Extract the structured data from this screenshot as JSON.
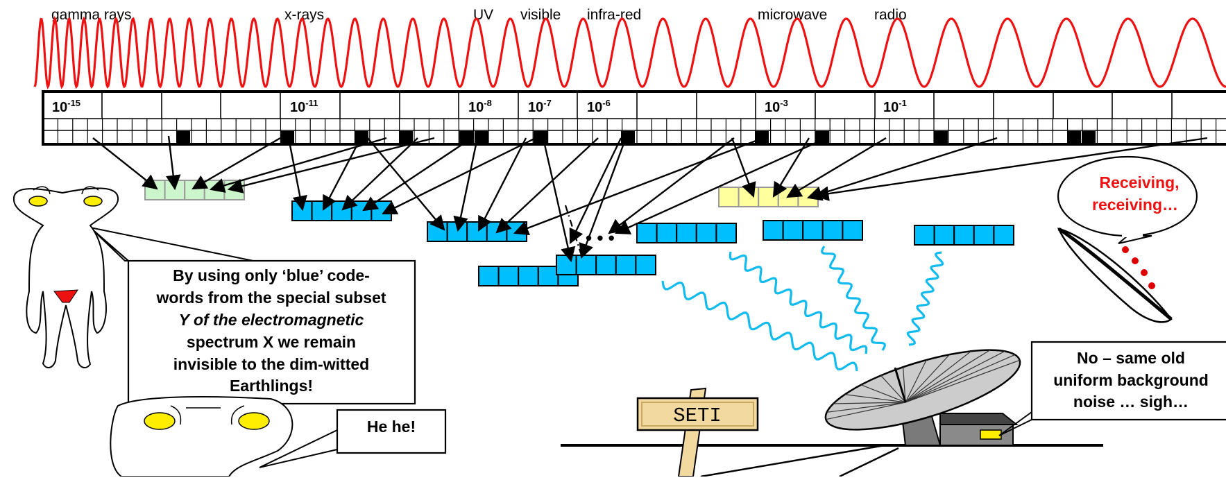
{
  "bands": [
    "gamma rays",
    "x-rays",
    "UV",
    "visible",
    "infra-red",
    "microwave",
    "radio"
  ],
  "scale_labels": [
    {
      "base": "10",
      "exp": "-15"
    },
    {
      "base": "10",
      "exp": "-11"
    },
    {
      "base": "10",
      "exp": "-8"
    },
    {
      "base": "10",
      "exp": "-7"
    },
    {
      "base": "10",
      "exp": "-6"
    },
    {
      "base": "10",
      "exp": "-3"
    },
    {
      "base": "10",
      "exp": "-1"
    }
  ],
  "speech": {
    "alien_main": [
      "By using only ‘blue’ code-",
      "words from the special subset",
      "Y of the electromagnetic",
      "spectrum X we remain",
      "invisible to the dim-witted",
      "Earthlings!"
    ],
    "alien_small": "He he!",
    "ufo": [
      "Receiving,",
      "receiving…"
    ],
    "earth": [
      "No – same old",
      "uniform background",
      "noise … sigh…"
    ]
  },
  "sign": "SETI",
  "ellipsis": "• • •",
  "colors": {
    "wave": "#ee1111",
    "blue_codeword": "#00bfff",
    "green_codeword": "#ccf5cc",
    "yellow_codeword": "#ffff9e",
    "ufo_text": "#ee1111",
    "alien_eye": "#ffee00",
    "dish": "#cccccc",
    "sign_board": "#f2d9a0"
  }
}
